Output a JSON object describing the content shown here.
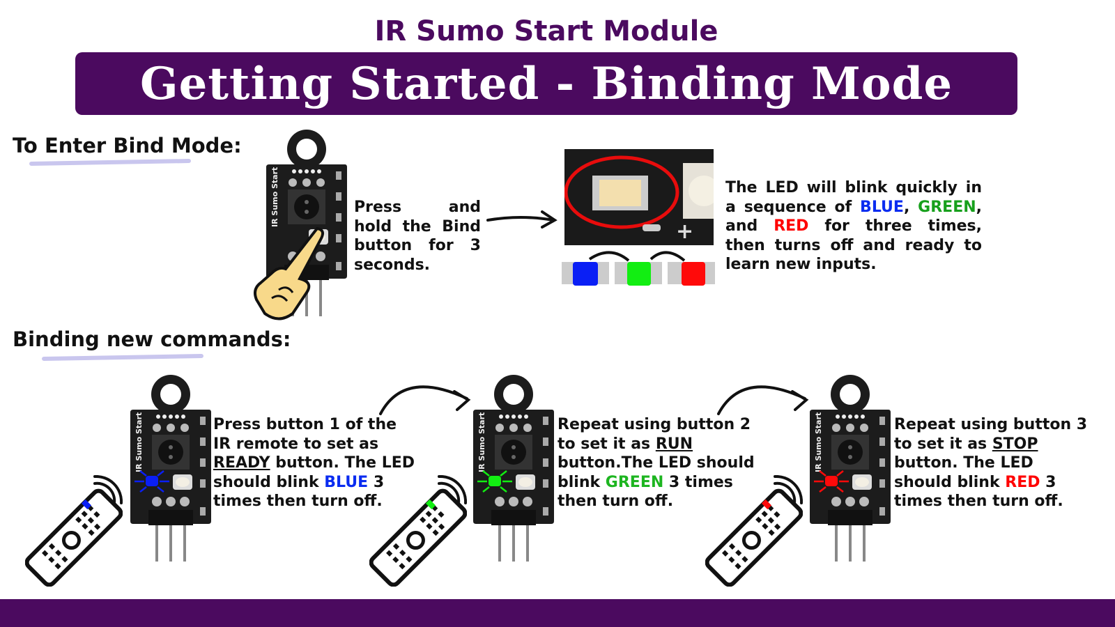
{
  "header": {
    "subtitle": "IR Sumo Start Module",
    "title": "Getting Started - Binding Mode"
  },
  "bind_mode": {
    "heading": "To Enter Bind Mode:",
    "instruction": "Press and hold the Bind button for 3 seconds.",
    "led_text": {
      "p1": "The LED will blink quickly in a sequence of ",
      "blue": "BLUE",
      "c1": ", ",
      "green": "GREEN",
      "c2": ", and ",
      "red": "RED",
      "p2": " for three times, then turns off and ready to learn new inputs."
    },
    "led_sequence_colors": [
      "#0a1ff5",
      "#12ee12",
      "#ff0a0a"
    ]
  },
  "binding": {
    "heading": "Binding new commands:",
    "steps": [
      {
        "p1": "Press button 1 of the IR remote to set as ",
        "cmd": "READY",
        "p2": " button. The LED should blink ",
        "color_word": "BLUE",
        "p3": " 3 times then turn off.",
        "led_color": "#0a1ff5"
      },
      {
        "p1": "Repeat using button 2 to set it as ",
        "cmd": "RUN",
        "p2": " button.The LED should blink ",
        "color_word": "GREEN",
        "p3": " 3 times then turn off.",
        "led_color": "#12ee12"
      },
      {
        "p1": "Repeat using button 3 to set it as ",
        "cmd": "STOP",
        "p2": " button. The LED should blink ",
        "color_word": "RED",
        "p3": " 3 times then turn off.",
        "led_color": "#ff0a0a"
      }
    ]
  },
  "board_label": "IR Sumo Start",
  "colors": {
    "brand_purple": "#4b0a5f"
  }
}
